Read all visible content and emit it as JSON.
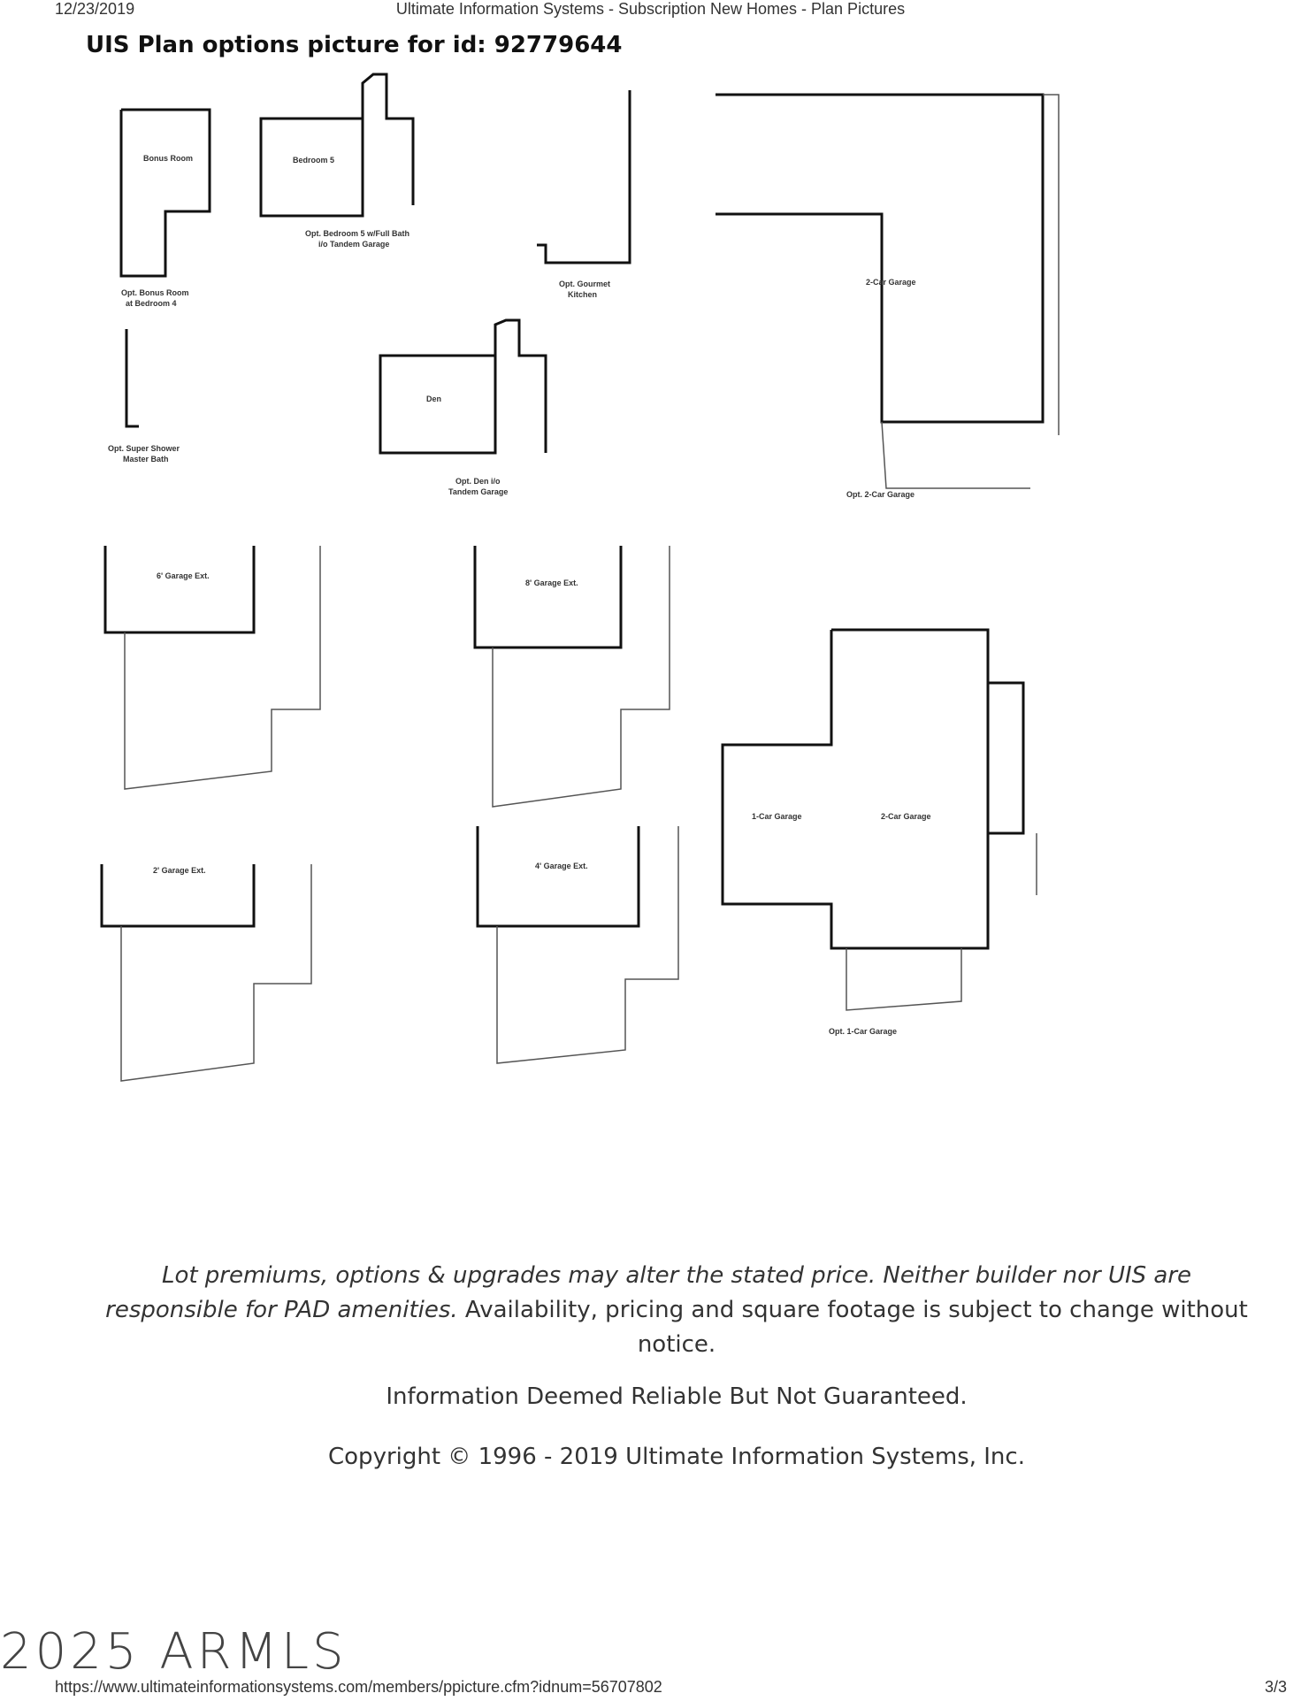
{
  "header": {
    "date": "12/23/2019",
    "title": "Ultimate Information Systems - Subscription New Homes - Plan Pictures"
  },
  "page_heading": "UIS Plan options picture for id: 92779644",
  "plan_labels": {
    "bonus_room": "Bonus Room",
    "bonus_caption_1": "Opt. Bonus Room",
    "bonus_caption_2": "at Bedroom 4",
    "bedroom5": "Bedroom 5",
    "bedroom5_caption_1": "Opt. Bedroom 5 w/Full Bath",
    "bedroom5_caption_2": "i/o Tandem Garage",
    "kitchen_caption_1": "Opt. Gourmet",
    "kitchen_caption_2": "Kitchen",
    "shower_caption_1": "Opt. Super Shower",
    "shower_caption_2": "Master Bath",
    "den": "Den",
    "den_caption_1": "Opt. Den i/o",
    "den_caption_2": "Tandem Garage",
    "two_car_garage": "2-Car Garage",
    "opt_two_car_garage": "Opt. 2-Car Garage",
    "garage_ext_6": "6' Garage Ext.",
    "garage_ext_8": "8' Garage Ext.",
    "garage_ext_2": "2' Garage Ext.",
    "garage_ext_4": "4' Garage Ext.",
    "one_car_garage": "1-Car Garage",
    "two_car_garage_b": "2-Car Garage",
    "opt_one_car_garage": "Opt. 1-Car Garage"
  },
  "disclaimer": {
    "italic": "Lot premiums, options & upgrades may alter the stated price. Neither builder nor UIS are responsible for PAD amenities.",
    "regular": " Availability, pricing and square footage is subject to change without notice."
  },
  "reliable": "Information Deemed Reliable But Not Guaranteed.",
  "copyright": "Copyright © 1996 - 2019 Ultimate Information Systems, Inc.",
  "watermark": "2025 ARMLS",
  "footer": {
    "url": "https://www.ultimateinformationsystems.com/members/ppicture.cfm?idnum=56707802",
    "page": "3/3"
  }
}
